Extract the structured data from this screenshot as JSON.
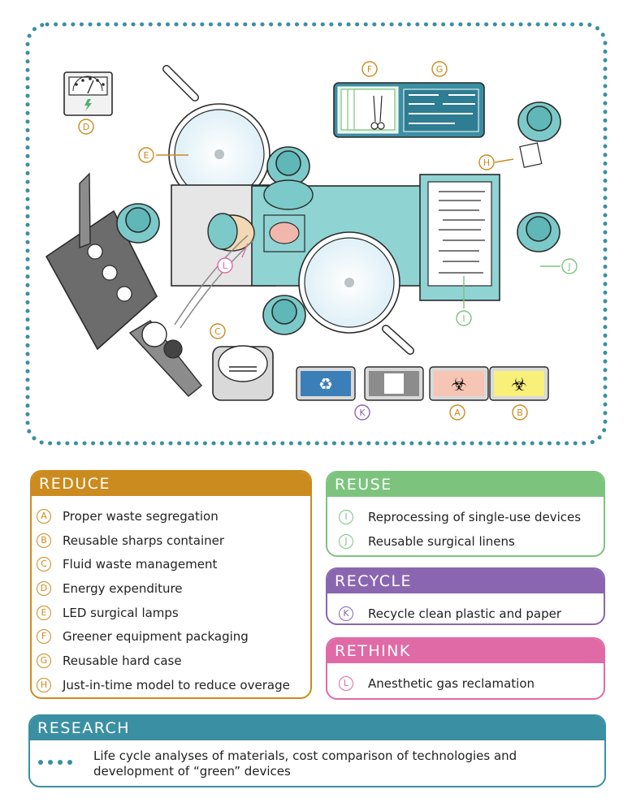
{
  "diagram": {
    "labels": {
      "A": "A",
      "B": "B",
      "C": "C",
      "D": "D",
      "E": "E",
      "F": "F",
      "G": "G",
      "H": "H",
      "I": "I",
      "J": "J",
      "K": "K",
      "L": "L"
    },
    "colors": {
      "reduce": "#cc8b1e",
      "reuse": "#7cc47e",
      "recycle": "#8b66b0",
      "rethink": "#e06aa6",
      "research": "#3a8fa3",
      "scrub": "#7cc9c9",
      "outline": "#2a2a2a"
    },
    "icons": [
      "energy-meter-icon",
      "recycle-symbol-icon",
      "biohazard-icon"
    ]
  },
  "reduce": {
    "title": "REDUCE",
    "items": [
      {
        "badge": "A",
        "text": "Proper waste segregation"
      },
      {
        "badge": "B",
        "text": "Reusable sharps container"
      },
      {
        "badge": "C",
        "text": "Fluid waste management"
      },
      {
        "badge": "D",
        "text": "Energy expenditure"
      },
      {
        "badge": "E",
        "text": "LED surgical lamps"
      },
      {
        "badge": "F",
        "text": "Greener equipment packaging"
      },
      {
        "badge": "G",
        "text": "Reusable hard case"
      },
      {
        "badge": "H",
        "text": "Just-in-time model to reduce overage"
      }
    ]
  },
  "reuse": {
    "title": "REUSE",
    "items": [
      {
        "badge": "I",
        "text": "Reprocessing of single-use devices"
      },
      {
        "badge": "J",
        "text": "Reusable surgical linens"
      }
    ]
  },
  "recycle": {
    "title": "RECYCLE",
    "items": [
      {
        "badge": "K",
        "text": "Recycle clean plastic and paper"
      }
    ]
  },
  "rethink": {
    "title": "RETHINK",
    "items": [
      {
        "badge": "L",
        "text": "Anesthetic gas reclamation"
      }
    ]
  },
  "research": {
    "title": "RESEARCH",
    "text": "Life cycle analyses of materials,  cost comparison of technologies  and development of “green” devices"
  }
}
